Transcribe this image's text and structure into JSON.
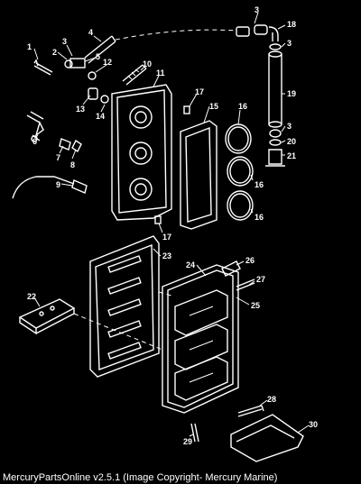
{
  "diagram": {
    "callouts": [
      "1",
      "2",
      "3",
      "4",
      "5",
      "6",
      "7",
      "8",
      "9",
      "10",
      "11",
      "12",
      "13",
      "14",
      "15",
      "16",
      "17",
      "18",
      "19",
      "20",
      "21",
      "22",
      "23",
      "24",
      "25",
      "26",
      "27",
      "28",
      "29",
      "30"
    ],
    "extra_callouts": {
      "c3b": "3",
      "c3c": "3",
      "c17b": "17",
      "c16b": "16",
      "c16c": "16"
    }
  },
  "footer": {
    "caption": "MercuryPartsOnline v2.5.1 (Image Copyright- Mercury Marine)"
  },
  "colors": {
    "background": "#000000",
    "lines": "#ffffff"
  }
}
